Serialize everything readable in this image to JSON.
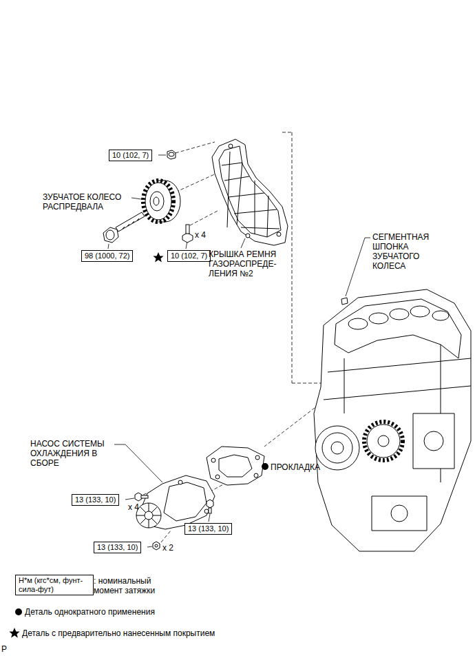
{
  "diagram": {
    "nodes": [
      {
        "text": [
          "10 (102, 7)"
        ]
      },
      {
        "text": [
          "98 (1000, 72)"
        ]
      },
      {
        "text": [
          "10 (102, 7)"
        ]
      },
      {
        "text": [
          "13 (133, 10)"
        ]
      },
      {
        "text": [
          "13 (133, 10)"
        ]
      },
      {
        "text": [
          "13 (133, 10)"
        ]
      },
      {
        "text": [
          "Н*м (кгс*см, фунт-сила-фут)"
        ]
      }
    ],
    "labels": [
      "ЗУБЧАТОЕ КОЛЕСО РАСПРЕДВАЛА",
      "x 4",
      "КРЫШКА РЕМНЯ ГАЗОРАСПРЕДЕ- ЛЕНИЯ №2",
      "СЕГМЕНТНАЯ ШПОНКА ЗУБЧАТОГО КОЛЕСА",
      "НАСОС СИСТЕМЫ ОХЛАЖДЕНИЯ В СБОРЕ",
      "ПРОКЛАДКА",
      "x 4",
      "x 2",
      ": номинальный момент затяжки",
      "P"
    ],
    "legend": [
      {
        "text": "Деталь однократного применения"
      },
      {
        "text": "Деталь с предварительно нанесенным покрытием"
      }
    ]
  }
}
